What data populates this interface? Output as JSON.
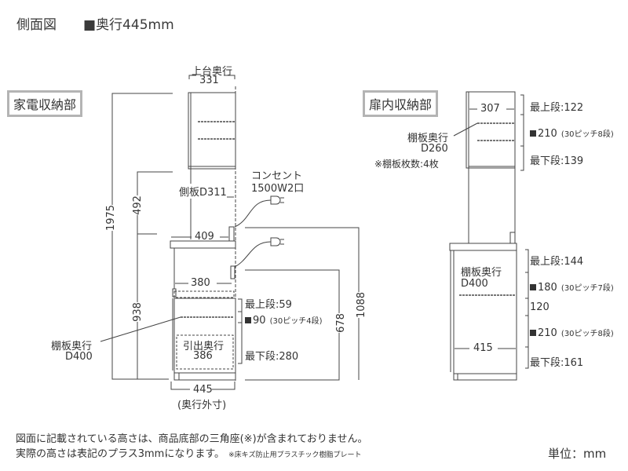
{
  "header": {
    "title": "側面図",
    "depth_marker": "■",
    "depth_label": "奥行445mm"
  },
  "left_section": {
    "label": "家電収納部",
    "top_depth_label": "上台奥行",
    "top_depth_value": "331",
    "side_panel": "側板D311",
    "counter_depth": "409",
    "total_height": "1975",
    "upper_gap": "492",
    "lower_height": "938",
    "outlet_label_1": "コンセント",
    "outlet_label_2": "1500W2口",
    "opening_depth": "380",
    "drawer_label": "引出奥行",
    "drawer_depth": "386",
    "shelf_label": "棚板奥行",
    "shelf_depth": "D400",
    "outer_depth": "445",
    "outer_depth_note": "(奥行外寸)",
    "height_678": "678",
    "height_1088": "1088",
    "shelf_top": "最上段:59",
    "shelf_pitch_value": "90",
    "shelf_pitch_note": "(30ピッチ4段)",
    "shelf_bottom": "最下段:280"
  },
  "right_section": {
    "label": "扉内収納部",
    "upper_depth": "307",
    "upper_shelf_label": "棚板奥行",
    "upper_shelf_depth": "D260",
    "upper_shelf_count": "※棚板枚数:4枚",
    "upper_top": "最上段:122",
    "upper_pitch_value": "210",
    "upper_pitch_note": "(30ピッチ8段)",
    "upper_bottom": "最下段:139",
    "lower_shelf_label": "棚板奥行",
    "lower_shelf_depth": "D400",
    "lower_depth": "415",
    "lower_top": "最上段:144",
    "lower_pitch1_value": "180",
    "lower_pitch1_note": "(30ピッチ7段)",
    "lower_mid": "120",
    "lower_pitch2_value": "210",
    "lower_pitch2_note": "(30ピッチ8段)",
    "lower_bottom": "最下段:161"
  },
  "footer": {
    "note_line1": "図面に記載されている高さは、商品底部の三角座(※)が含まれておりません。",
    "note_line2": "実際の高さは表記のプラス3mmになります。",
    "note_small": "※床キズ防止用プラスチック樹脂プレート",
    "unit": "単位：mm"
  }
}
